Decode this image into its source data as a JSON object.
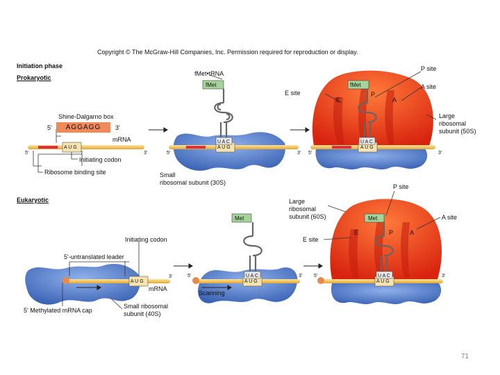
{
  "copyright": "Copyright © The McGraw-Hill Companies, Inc. Permission required for reproduction or display.",
  "phase_title": "Initiation phase",
  "prokaryotic": {
    "heading": "Prokaryotic",
    "fmet_trna_label": "fMet•tRNA",
    "fmet_tag": "fMet",
    "shine_dalgarno_label": "Shine-Dalgarno box",
    "five_prime": "5'",
    "three_prime": "3'",
    "sd_sequence": "AGGAGG",
    "mrna_label": "mRNA",
    "initiating_codon_label": "Initiating codon",
    "ribosome_binding_site_label": "Ribosome binding site",
    "codon": "A U G",
    "anticodon": "U A C",
    "small_subunit_label_1": "Small",
    "small_subunit_label_2": "ribosomal subunit (30S)",
    "p_site": "P site",
    "a_site": "A site",
    "e_site": "E site",
    "e": "E",
    "p": "P",
    "a": "A",
    "large_label_1": "Large",
    "large_label_2": "ribosomal",
    "large_label_3": "subunit (50S)"
  },
  "eukaryotic": {
    "heading": "Eukaryotic",
    "met_tag": "Met",
    "initiating_codon_label": "Initiating codon",
    "utr_label": "5'-untranslated leader",
    "five_prime": "5'",
    "three_prime": "3'",
    "mrna_label": "mRNA",
    "cap_label": "5' Methylated mRNA cap",
    "small_label_1": "Small ribosomal",
    "small_label_2": "subunit (40S)",
    "scanning_label": "Scanning",
    "codon": "A U G",
    "anticodon": "U A C",
    "p_site": "P site",
    "a_site": "A site",
    "e_site": "E site",
    "e": "E",
    "p": "P",
    "a": "A",
    "large_label_1": "Large",
    "large_label_2": "ribosomal",
    "large_label_3": "subunit (60S)"
  },
  "slide_number": "71",
  "colors": {
    "mrna": "#f2c45a",
    "small_subunit": "#4f79c4",
    "large_subunit": "#e0341d",
    "tag": "#a6d39a",
    "sd_box": "#f08a5a"
  }
}
